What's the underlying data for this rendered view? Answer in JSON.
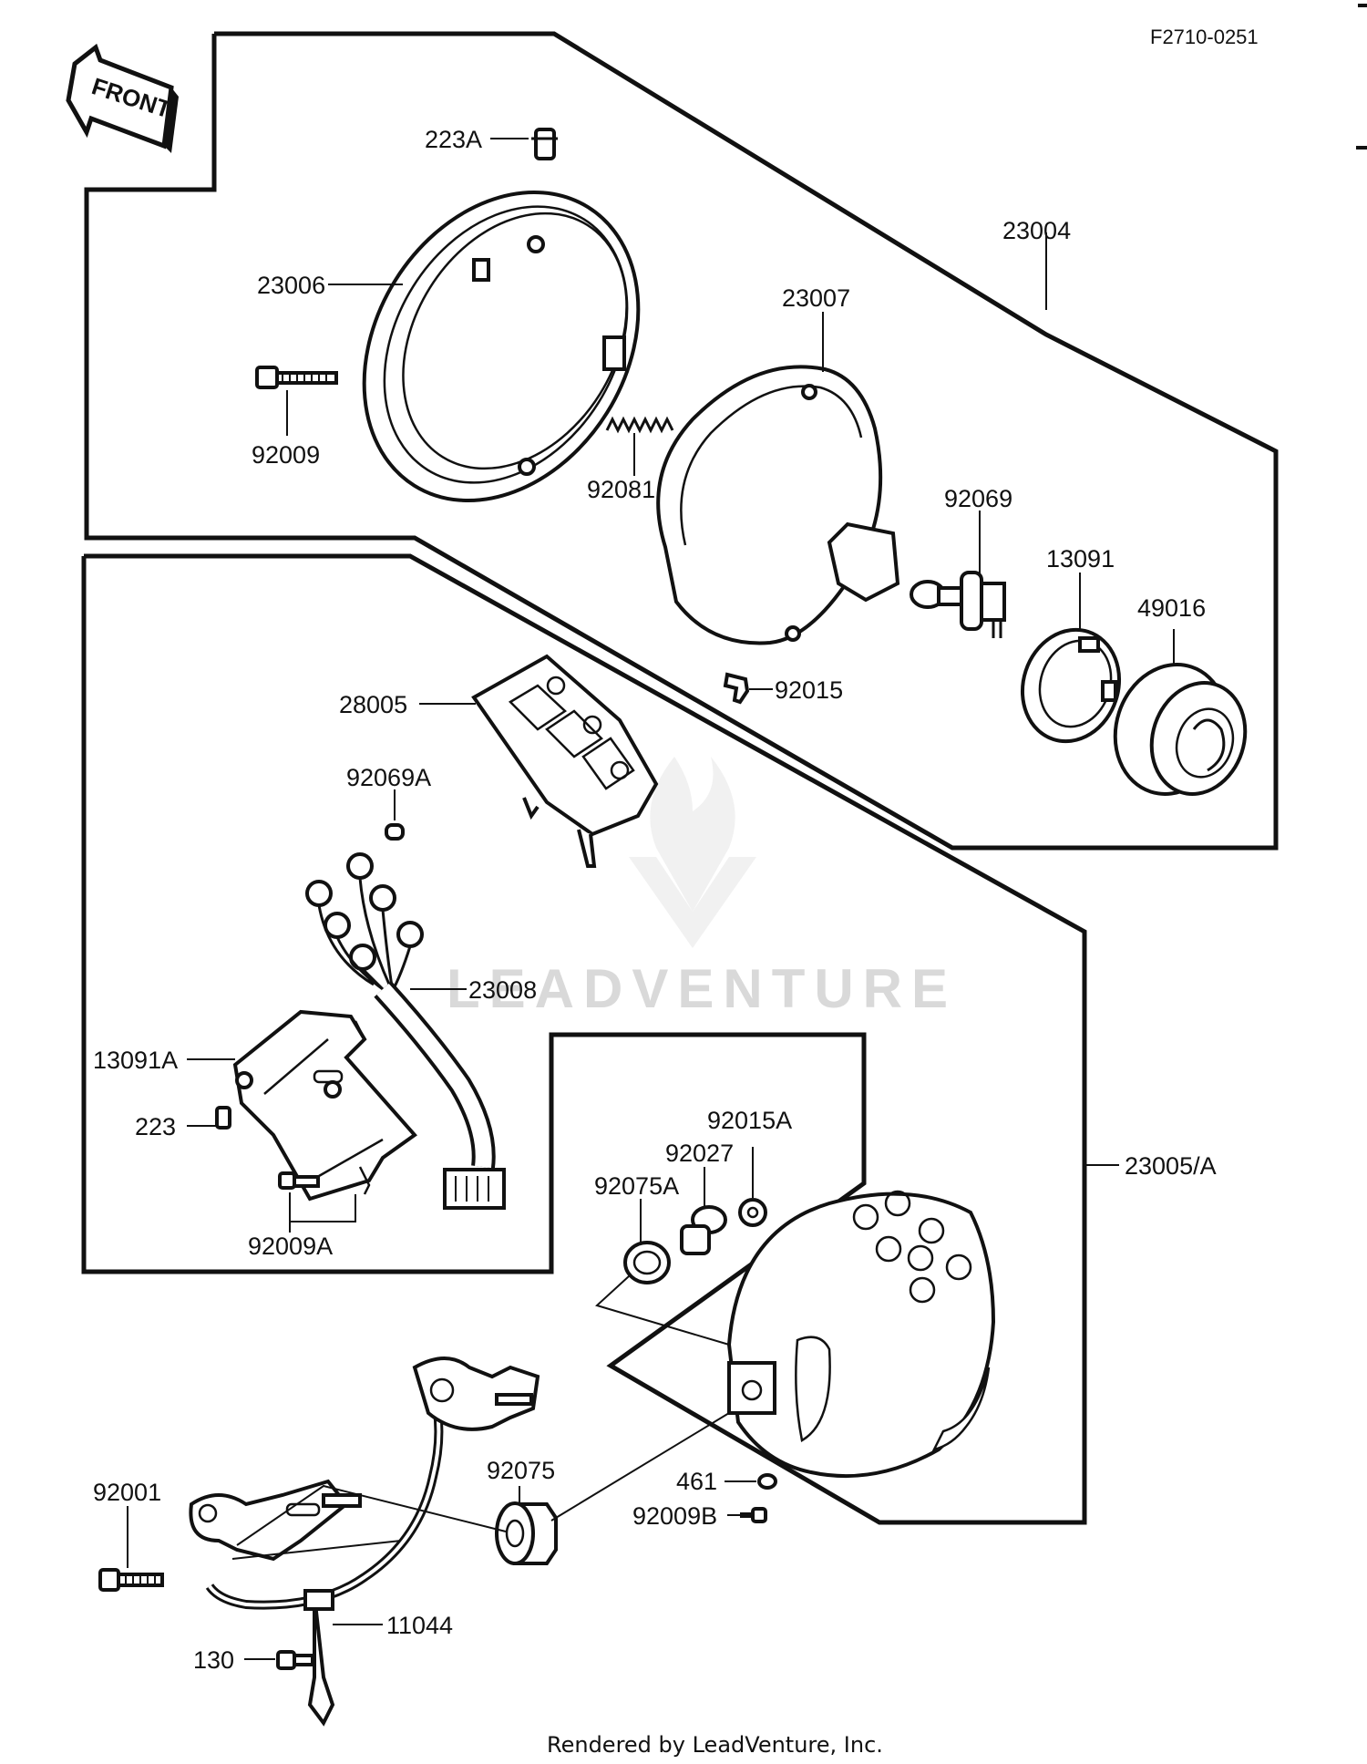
{
  "diagram_code": "F2710-0251",
  "front_label": "FRONT",
  "watermark": "LEADVENTURE",
  "credit": "Rendered by LeadVenture, Inc.",
  "parts": {
    "p223A": "223A",
    "p23004": "23004",
    "p23006": "23006",
    "p23007": "23007",
    "p92009": "92009",
    "p92081": "92081",
    "p92069": "92069",
    "p13091": "13091",
    "p49016": "49016",
    "p92015": "92015",
    "p28005": "28005",
    "p92069A": "92069A",
    "p23008": "23008",
    "p13091A": "13091A",
    "p223": "223",
    "p92009A": "92009A",
    "p92015A": "92015A",
    "p92027": "92027",
    "p92075A": "92075A",
    "p23005A": "23005/A",
    "p92075": "92075",
    "p461": "461",
    "p92009B": "92009B",
    "p92001": "92001",
    "p11044": "11044",
    "p130": "130"
  }
}
